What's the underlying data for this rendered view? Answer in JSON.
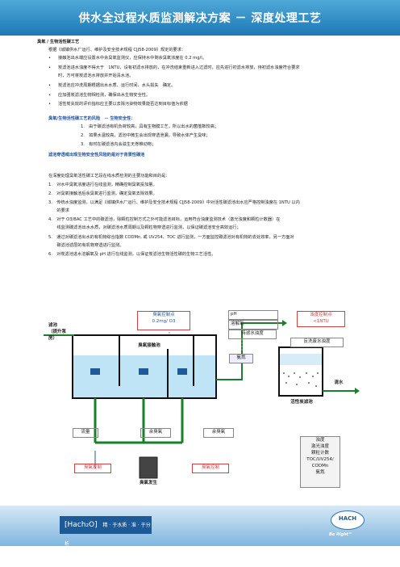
{
  "header": {
    "title": "供水全过程水质监测解决方案 － 深度处理工艺"
  },
  "section1": {
    "title": "臭氧 / 生物活性碳工艺",
    "intro": "根据《城镇供水厂运行、维护及安全技术规程 CJJ58-2009》规定的要求：",
    "bullets": [
      "接触池出水端应设置水中余臭氧监测仪，应保持水中剩余臭氧浓度在 0.2 mg/l。",
      "炭滤池进水浊度不得大于　1NTU，设有初滤水排放的，在冲洗结束重新进入过滤时，应先进行初滤水排放，待初滤水浊度符合要求",
      "时，方可将炭滤池水排放并开始清水池。",
      "炭滤池应冲洗周期根据出水水质、运行时间、水头损失　确定。",
      "应加强炭滤池生物相检测，确保出水生物安全性。",
      "活性炭失效的评价指标应主要以去除污染物效果能否达到目标值为依据"
    ]
  },
  "section2": {
    "title": "臭氧/生物活性碳工艺的风险　－ 生物安全性：",
    "items": [
      "1.　由于碳滤池有机负荷较高，具有生物膜工艺，所以出水的菌落数较高；",
      "2.　如果水温较高，滤池中微生会出现穿透泄漏，导致水体产生臭味；",
      "3.　有时在碳滤池内会滋生无脊椎动物；"
    ],
    "footer": "滤池穿透或出现生物安全性风险的是对于背景性碳池"
  },
  "section3": {
    "intro": "在深度处理臭氧活性碳工艺段在线水质检测的主要功能和目的是：",
    "items": [
      "1.　对水中臭氧浓度进行在线监测，精确控制臭氧投加量。",
      "2.　对臭氧接触池后余臭氧进行监测，确定臭氧去除效果。",
      "3.　传统水浊度监测，以满足《城镇供水厂运行、维护及安全技术规程 CJJ58-2009》中对活性碳滤池出水应严格控制浊度在 1NTU 以内",
      "　　的要求",
      "4.　对于 O3/BAC 工艺中的碳滤池，除颗粒控制方式之外可能滤池目标，运用符合浊度监测技术（激光浊度和颗粒计数器）在",
      "　　线监测碳滤池出水水质，对碳滤池水质周期以及颗粒物穿透进行监测，以保证碳滤池安全高效运行；",
      "5.　通过对碳滤池出水的有机物综合指数 CODMn, 或 UV254、TOC 进行监测，一方面监控碳滤池对有机物的去处效率，另一方面对",
      "　　碳滤池滤层的有机物穿透进行监测。",
      "6.　对炭滤池进水溶解氧及 pH 进行在线监测，以保证炭滤池生物活性碳的生物工艺活性。"
    ]
  },
  "diagram": {
    "ozone_control": "臭氧控制点\n0.2mg/ O3",
    "ph": "pH",
    "do": "溶解氧",
    "turbidity_in": "待滤水浊度",
    "turbidity_control": "浊度控制点\n<1NTU",
    "backwash": "反洗废水浊度",
    "filter_label": "滤池\n（提升泵房）",
    "contact_tank": "臭氧接触池",
    "ammonia": "氨氮",
    "clear_water": "清水",
    "carbon_filter": "活性炭滤池",
    "flow": "流量",
    "residual1": "余臭氧",
    "residual2": "余臭氧",
    "ozone_ctrl_left": "臭氧控制",
    "ozone_ctrl_right": "臭氧控制",
    "ozone_gen": "臭氧发生",
    "params": [
      "浊度",
      "激光浊度",
      "颗粒计数",
      "TOC/UV254/",
      "CODMn",
      "氨氮"
    ]
  },
  "footer": {
    "brand_left": "[Hach₂O]",
    "brand_text": "精 · 于水质 · 准 · 于分析",
    "hach": "HACH",
    "tagline": "Be Right™"
  },
  "colors": {
    "header": "#1d78b6",
    "section_title": "#1c4f9c",
    "pipe": "#1a7f2a",
    "water": "#bfe4f6"
  }
}
